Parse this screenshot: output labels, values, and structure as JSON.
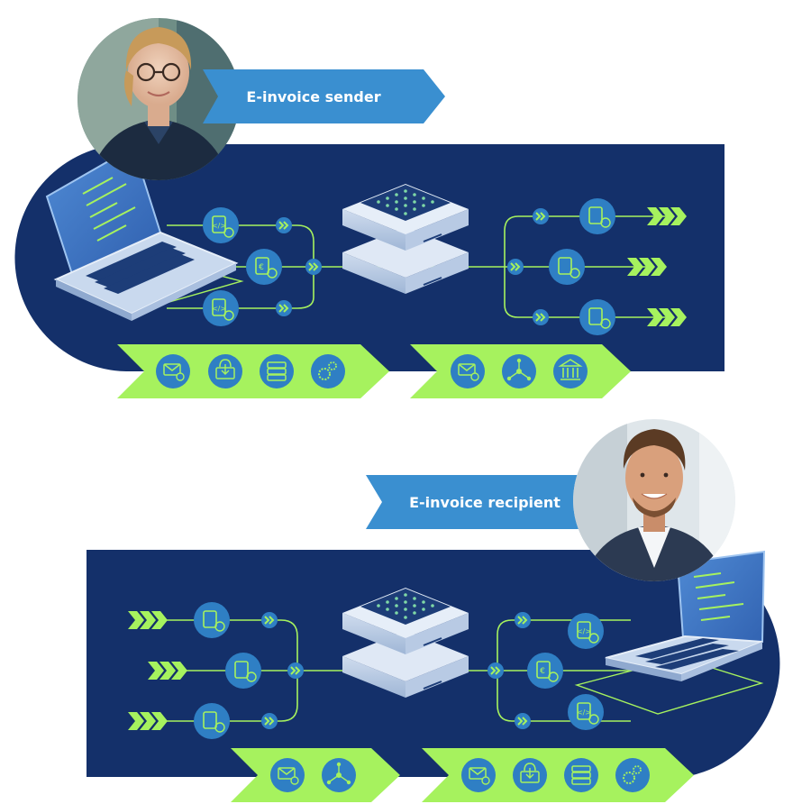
{
  "sender": {
    "label": "E-invoice sender",
    "avatar": "avatar-woman-with-glasses",
    "icons_left": [
      "code-document-sync-icon",
      "euro-document-forward-icon",
      "code-document-sync-icon"
    ],
    "icons_right": [
      "code-document-forward-icon",
      "code-document-forward-icon",
      "code-document-forward-icon"
    ],
    "ribbon_a": [
      "email-check-icon",
      "cloud-download-icon",
      "server-stack-icon",
      "gears-icon"
    ],
    "ribbon_b": [
      "email-check-icon",
      "network-hub-icon",
      "bank-icon"
    ]
  },
  "recipient": {
    "label": "E-invoice recipient",
    "avatar": "avatar-smiling-man",
    "icons_left": [
      "code-document-forward-icon",
      "code-document-forward-icon",
      "code-document-forward-icon"
    ],
    "icons_right": [
      "code-document-sync-icon",
      "euro-document-forward-icon",
      "code-document-sync-icon"
    ],
    "ribbon_a": [
      "email-check-icon",
      "network-hub-icon"
    ],
    "ribbon_b": [
      "email-check-icon",
      "cloud-download-icon",
      "server-stack-icon",
      "gears-icon"
    ]
  },
  "colors": {
    "panel": "#14306a",
    "accent_green": "#a6f25e",
    "icon_circle": "#2f7fc4",
    "label_blue": "#3a8fd0",
    "server_top": "#e6eef8",
    "laptop_screen": "#3b73c4"
  }
}
